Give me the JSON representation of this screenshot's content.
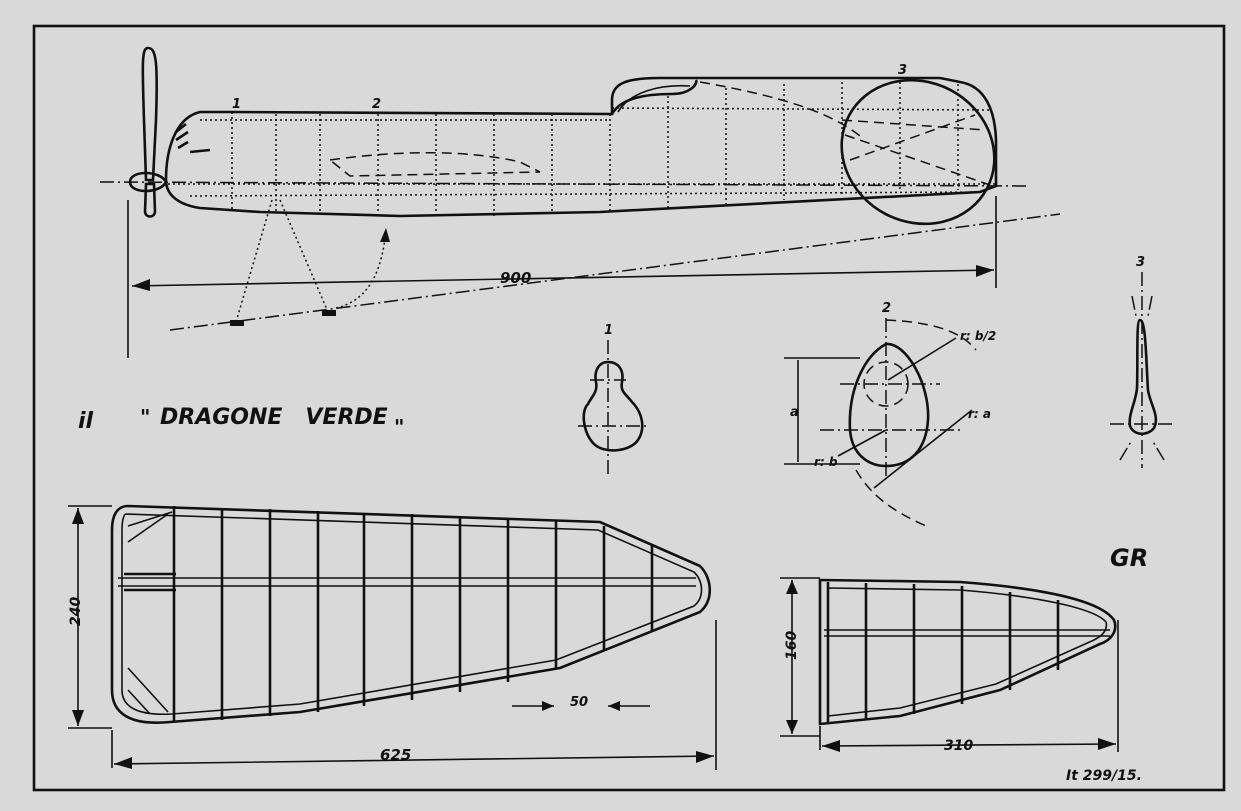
{
  "title": {
    "prefix": "il",
    "open_quote": "\"",
    "name": "DRAGONE   VERDE",
    "close_quote": "\""
  },
  "signature": "GR",
  "reference": "It 299/15.",
  "dimensions": {
    "fuselage_length": "900",
    "wing_span": "625",
    "wing_chord": "240",
    "rib_spacing": "50",
    "stab_span": "310",
    "stab_chord": "160"
  },
  "sections": {
    "fuselage_1": "1",
    "fuselage_2": "2",
    "fuselage_3": "3",
    "section_1": "1",
    "section_2": "2",
    "section_3": "3"
  },
  "section2_labels": {
    "radius_half_b": "r: b/2",
    "radius_a": "r: a",
    "radius_b": "r: b",
    "dim_a": "a"
  },
  "colors": {
    "paper": "#dcdcdc",
    "ink": "#111111"
  }
}
